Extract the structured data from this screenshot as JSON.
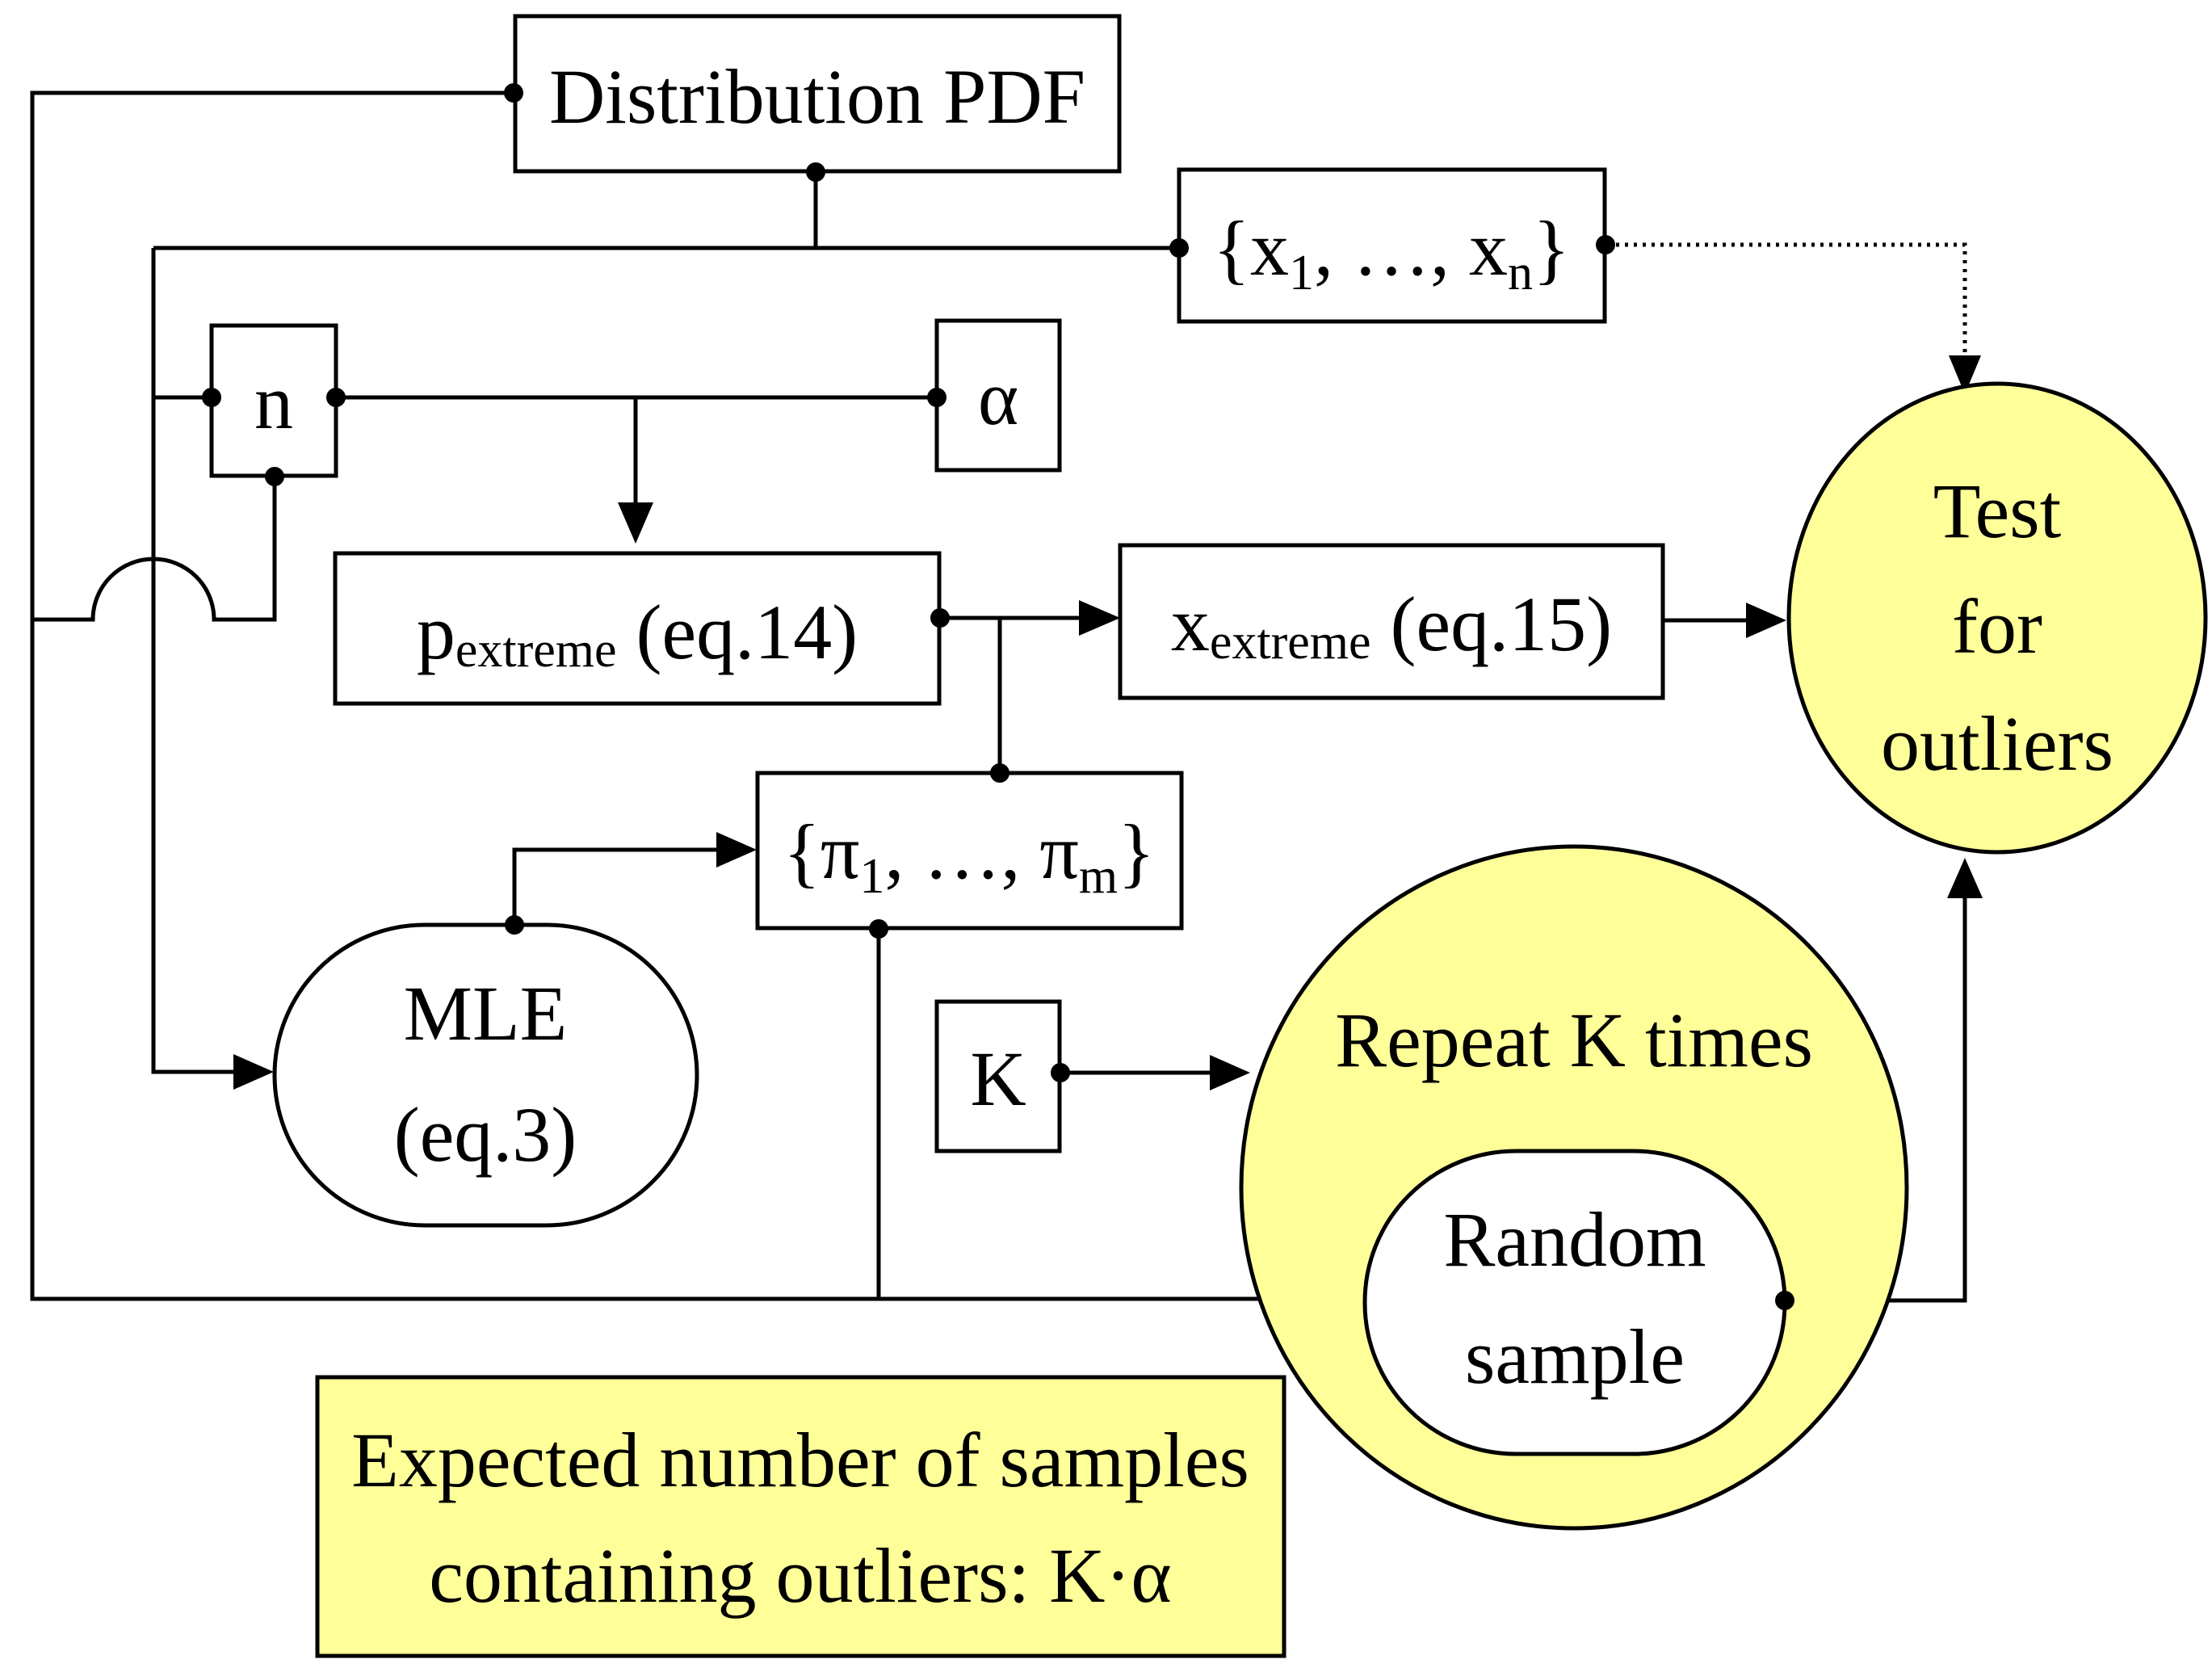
{
  "colors": {
    "highlight": "#ffff99",
    "line": "#000000",
    "background": "#ffffff"
  },
  "nodes": {
    "distribution_pdf": {
      "text": "Distribution PDF"
    },
    "x_set": {
      "open": "{x",
      "sub1": "1",
      "mid": ", …, x",
      "subn": "n",
      "close": "}"
    },
    "n": {
      "text": "n"
    },
    "alpha": {
      "text": "α"
    },
    "p_extreme": {
      "main": "p",
      "sub": "extreme",
      "eq": " (eq.14)"
    },
    "x_extreme": {
      "main": "x",
      "sub": "extreme",
      "eq": " (eq.15)"
    },
    "pi_set": {
      "open": "{π",
      "sub1": "1",
      "mid": ", …, π",
      "subm": "m",
      "close": "}"
    },
    "mle": {
      "line1": "MLE",
      "line2": "(eq.3)"
    },
    "k": {
      "text": "K"
    },
    "repeat": {
      "text": "Repeat K times"
    },
    "random_sample": {
      "line1": "Random",
      "line2": "sample"
    },
    "test": {
      "line1": "Test",
      "line2": "for",
      "line3": "outliers"
    },
    "expected": {
      "line1": "Expected number of samples",
      "line2": "containing outliers: K·α"
    }
  }
}
